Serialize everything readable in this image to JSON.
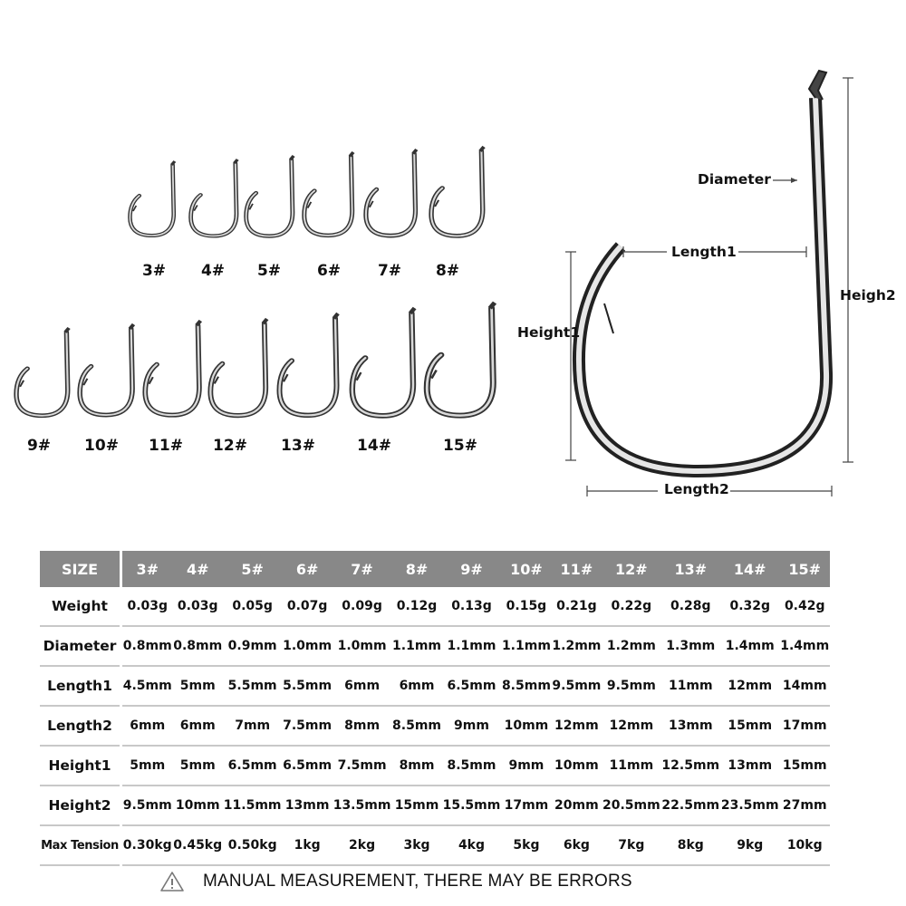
{
  "hook_sets": {
    "row1": [
      {
        "label": "3#"
      },
      {
        "label": "4#"
      },
      {
        "label": "5#"
      },
      {
        "label": "6#"
      },
      {
        "label": "7#"
      },
      {
        "label": "8#"
      }
    ],
    "row2": [
      {
        "label": "9#"
      },
      {
        "label": "10#"
      },
      {
        "label": "11#"
      },
      {
        "label": "12#"
      },
      {
        "label": "13#"
      },
      {
        "label": "14#"
      },
      {
        "label": "15#"
      }
    ]
  },
  "diagram": {
    "diameter": "Diameter",
    "length1": "Length1",
    "length2": "Length2",
    "height1": "Height1",
    "height2": "Heigh2"
  },
  "table": {
    "header_label": "SIZE",
    "sizes": [
      "3#",
      "4#",
      "5#",
      "6#",
      "7#",
      "8#",
      "9#",
      "10#",
      "11#",
      "12#",
      "13#",
      "14#",
      "15#"
    ],
    "rows": [
      {
        "label": "Weight",
        "values": [
          "0.03g",
          "0.03g",
          "0.05g",
          "0.07g",
          "0.09g",
          "0.12g",
          "0.13g",
          "0.15g",
          "0.21g",
          "0.22g",
          "0.28g",
          "0.32g",
          "0.42g"
        ]
      },
      {
        "label": "Diameter",
        "values": [
          "0.8mm",
          "0.8mm",
          "0.9mm",
          "1.0mm",
          "1.0mm",
          "1.1mm",
          "1.1mm",
          "1.1mm",
          "1.2mm",
          "1.2mm",
          "1.3mm",
          "1.4mm",
          "1.4mm"
        ]
      },
      {
        "label": "Length1",
        "values": [
          "4.5mm",
          "5mm",
          "5.5mm",
          "5.5mm",
          "6mm",
          "6mm",
          "6.5mm",
          "8.5mm",
          "9.5mm",
          "9.5mm",
          "11mm",
          "12mm",
          "14mm"
        ]
      },
      {
        "label": "Length2",
        "values": [
          "6mm",
          "6mm",
          "7mm",
          "7.5mm",
          "8mm",
          "8.5mm",
          "9mm",
          "10mm",
          "12mm",
          "12mm",
          "13mm",
          "15mm",
          "17mm"
        ]
      },
      {
        "label": "Height1",
        "values": [
          "5mm",
          "5mm",
          "6.5mm",
          "6.5mm",
          "7.5mm",
          "8mm",
          "8.5mm",
          "9mm",
          "10mm",
          "11mm",
          "12.5mm",
          "13mm",
          "15mm"
        ]
      },
      {
        "label": "Height2",
        "values": [
          "9.5mm",
          "10mm",
          "11.5mm",
          "13mm",
          "13.5mm",
          "15mm",
          "15.5mm",
          "17mm",
          "20mm",
          "20.5mm",
          "22.5mm",
          "23.5mm",
          "27mm"
        ]
      },
      {
        "label": "Max Tension",
        "values": [
          "0.30kg",
          "0.45kg",
          "0.50kg",
          "1kg",
          "2kg",
          "3kg",
          "4kg",
          "5kg",
          "6kg",
          "7kg",
          "8kg",
          "9kg",
          "10kg"
        ]
      }
    ]
  },
  "notice": {
    "icon": "warning-triangle-icon",
    "text": "MANUAL MEASUREMENT, THERE MAY BE ERRORS"
  },
  "colors": {
    "header_bg": "#888888",
    "header_text": "#ffffff",
    "row_divider": "#c8c8c8",
    "text": "#111111"
  }
}
